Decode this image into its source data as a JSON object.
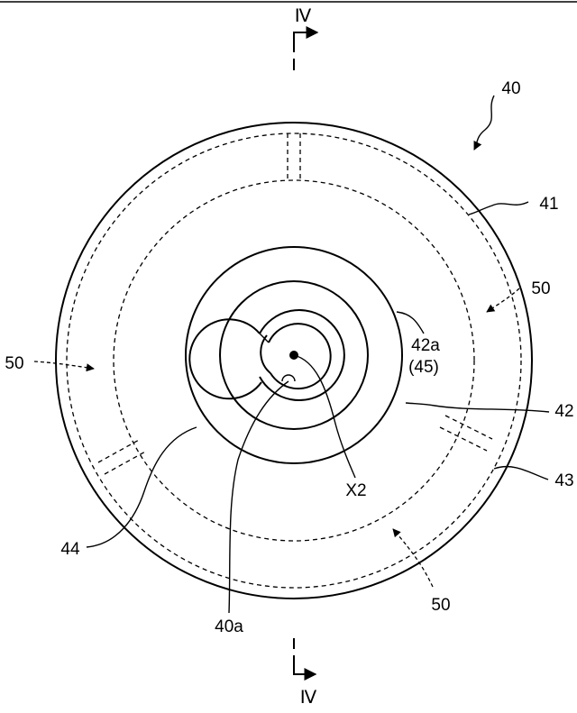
{
  "labels": {
    "section_top": "Ⅳ",
    "section_bottom": "Ⅳ",
    "l40": "40",
    "l41": "41",
    "l50_right": "50",
    "l50_left": "50",
    "l50_bottom": "50",
    "l42a": "42a",
    "l45": "(45)",
    "l42": "42",
    "l43": "43",
    "l44": "44",
    "lX2": "X2",
    "l40a": "40a"
  }
}
